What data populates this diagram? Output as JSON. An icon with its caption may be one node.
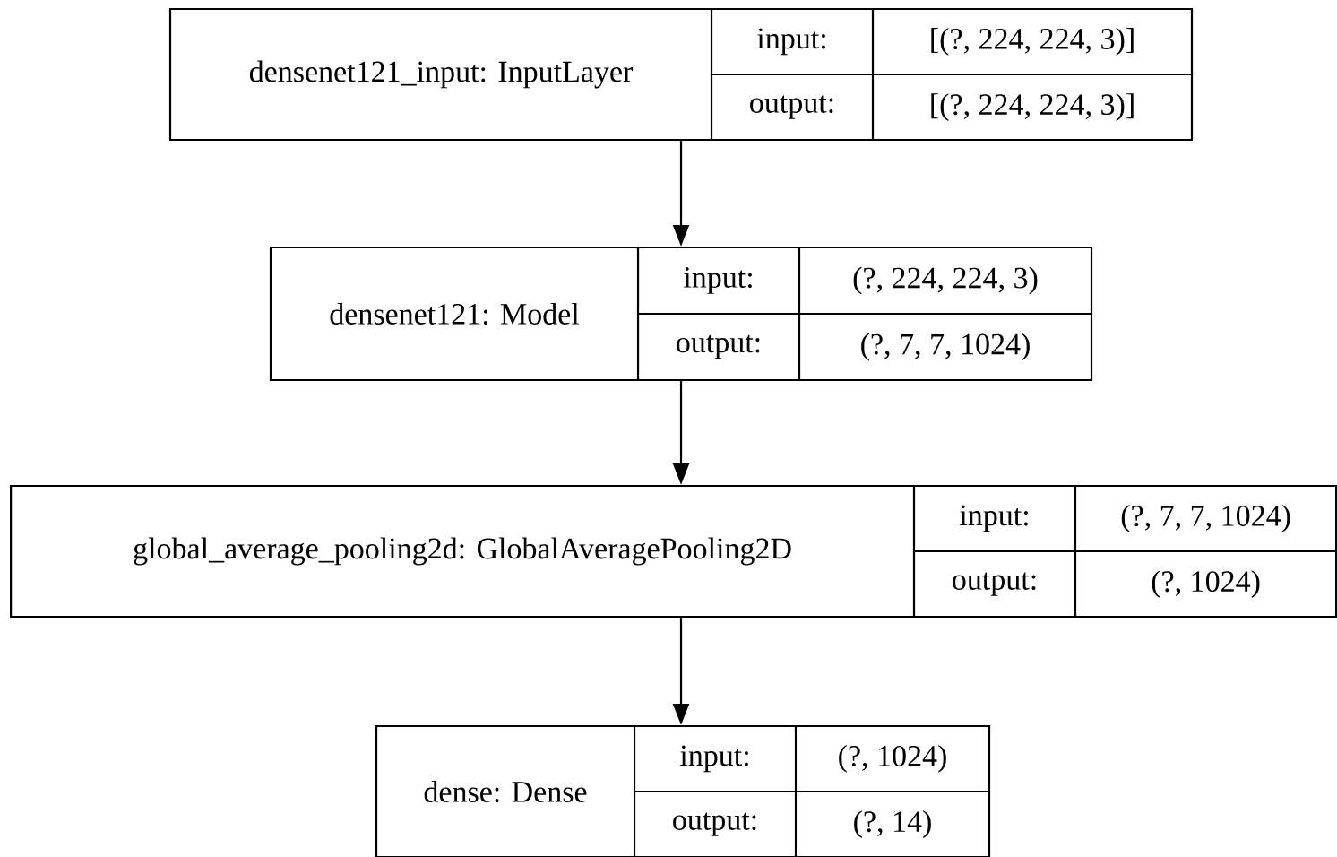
{
  "diagram": {
    "nodes": [
      {
        "text": [
          "densenet121_input: InputLayer",
          "input:",
          "[(?, 224, 224, 3)]",
          "output:",
          "[(?, 224, 224, 3)]"
        ]
      },
      {
        "text": [
          "densenet121: Model",
          "input:",
          "(?, 224, 224, 3)",
          "output:",
          "(?, 7, 7, 1024)"
        ]
      },
      {
        "text": [
          "global_average_pooling2d: GlobalAveragePooling2D",
          "input:",
          "(?, 7, 7, 1024)",
          "output:",
          "(?, 1024)"
        ]
      },
      {
        "text": [
          "dense: Dense",
          "input:",
          "(?, 1024)",
          "output:",
          "(?, 14)"
        ]
      }
    ],
    "edges": [
      {
        "from": 0,
        "to": 1,
        "arrow": "to"
      },
      {
        "from": 1,
        "to": 2,
        "arrow": "to"
      },
      {
        "from": 2,
        "to": 3,
        "arrow": "to"
      }
    ]
  }
}
